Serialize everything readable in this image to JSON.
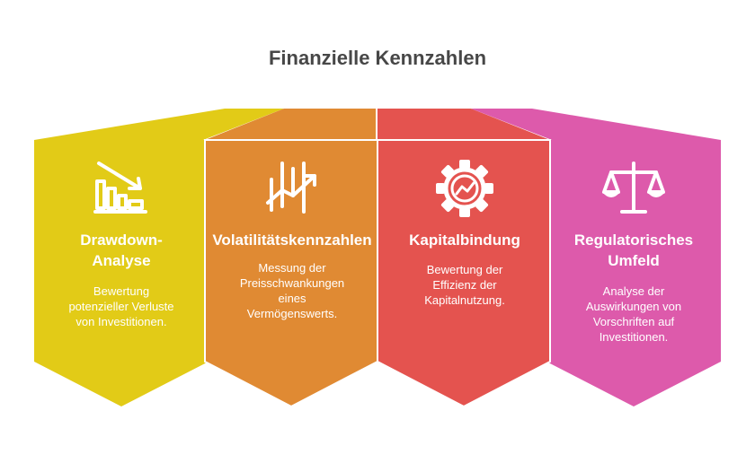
{
  "title": "Finanzielle Kennzahlen",
  "colors": {
    "yellow": "#E2CB17",
    "orange": "#E08A33",
    "red": "#E4534F",
    "pink": "#DD5AAB"
  },
  "cards": [
    {
      "label_lines": [
        "Drawdown-",
        "Analyse"
      ],
      "desc_lines": [
        "Bewertung",
        "potenzieller Verluste",
        "von Investitionen."
      ],
      "icon": "chart-decline-icon"
    },
    {
      "label_lines": [
        "Volatilitätskennzahlen"
      ],
      "desc_lines": [
        "Messung der",
        "Preisschwankungen",
        "eines",
        "Vermögenswerts."
      ],
      "icon": "volatility-chart-icon"
    },
    {
      "label_lines": [
        "Kapitalbindung"
      ],
      "desc_lines": [
        "Bewertung der",
        "Effizienz der",
        "Kapitalnutzung."
      ],
      "icon": "gear-chart-icon"
    },
    {
      "label_lines": [
        "Regulatorisches",
        "Umfeld"
      ],
      "desc_lines": [
        "Analyse der",
        "Auswirkungen von",
        "Vorschriften auf",
        "Investitionen."
      ],
      "icon": "scale-icon"
    }
  ]
}
